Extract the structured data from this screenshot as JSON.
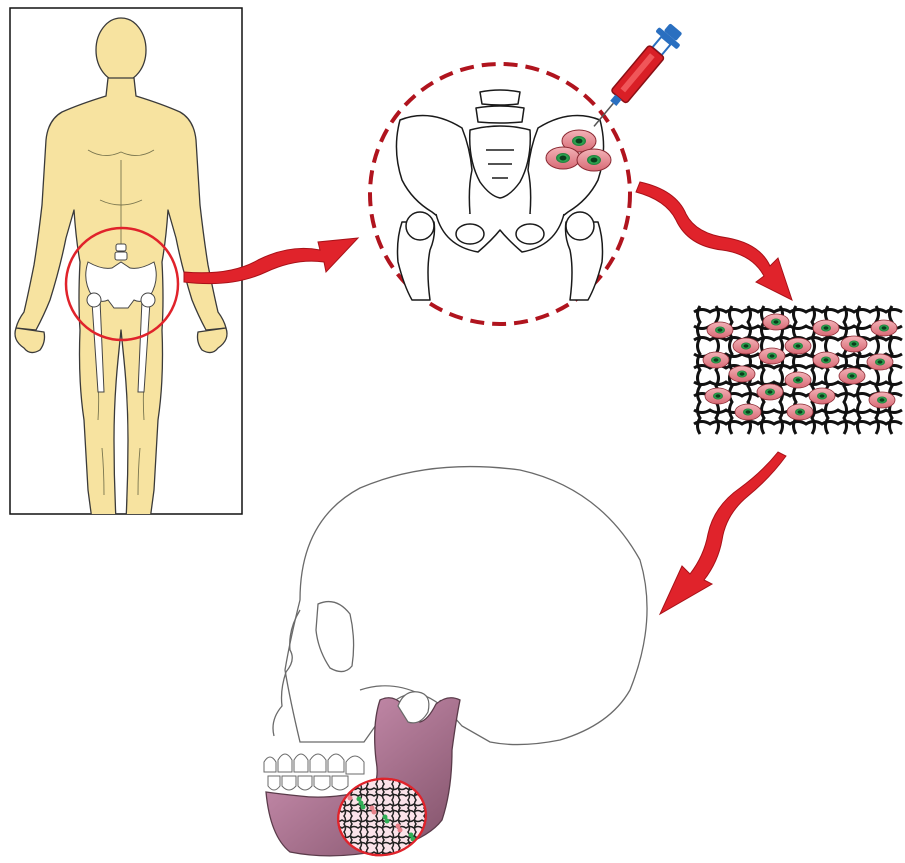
{
  "diagram": {
    "panels": [
      {
        "id": "body-donor",
        "icon": "human-body-icon"
      },
      {
        "id": "pelvis-harvest",
        "icon": "pelvis-icon"
      },
      {
        "id": "cell-scaffold",
        "icon": "scaffold-mesh-icon"
      },
      {
        "id": "skull-implant",
        "icon": "skull-icon"
      }
    ],
    "flow": [
      "body-donor",
      "pelvis-harvest",
      "cell-scaffold",
      "skull-implant"
    ],
    "colors": {
      "skin": "#f7e3a0",
      "outline": "#1a1a1a",
      "highlight_ring": "#e0232b",
      "dashed_ring": "#b0141e",
      "arrow": "#e0232b",
      "cell_fill": "#e8818a",
      "cell_nucleus": "#1f7a3a",
      "syringe_body": "#d91f26",
      "syringe_plunger": "#2a6fc0",
      "mandible_graft": "#e3a1c2",
      "mandible_shadow": "#9e6a86"
    }
  }
}
